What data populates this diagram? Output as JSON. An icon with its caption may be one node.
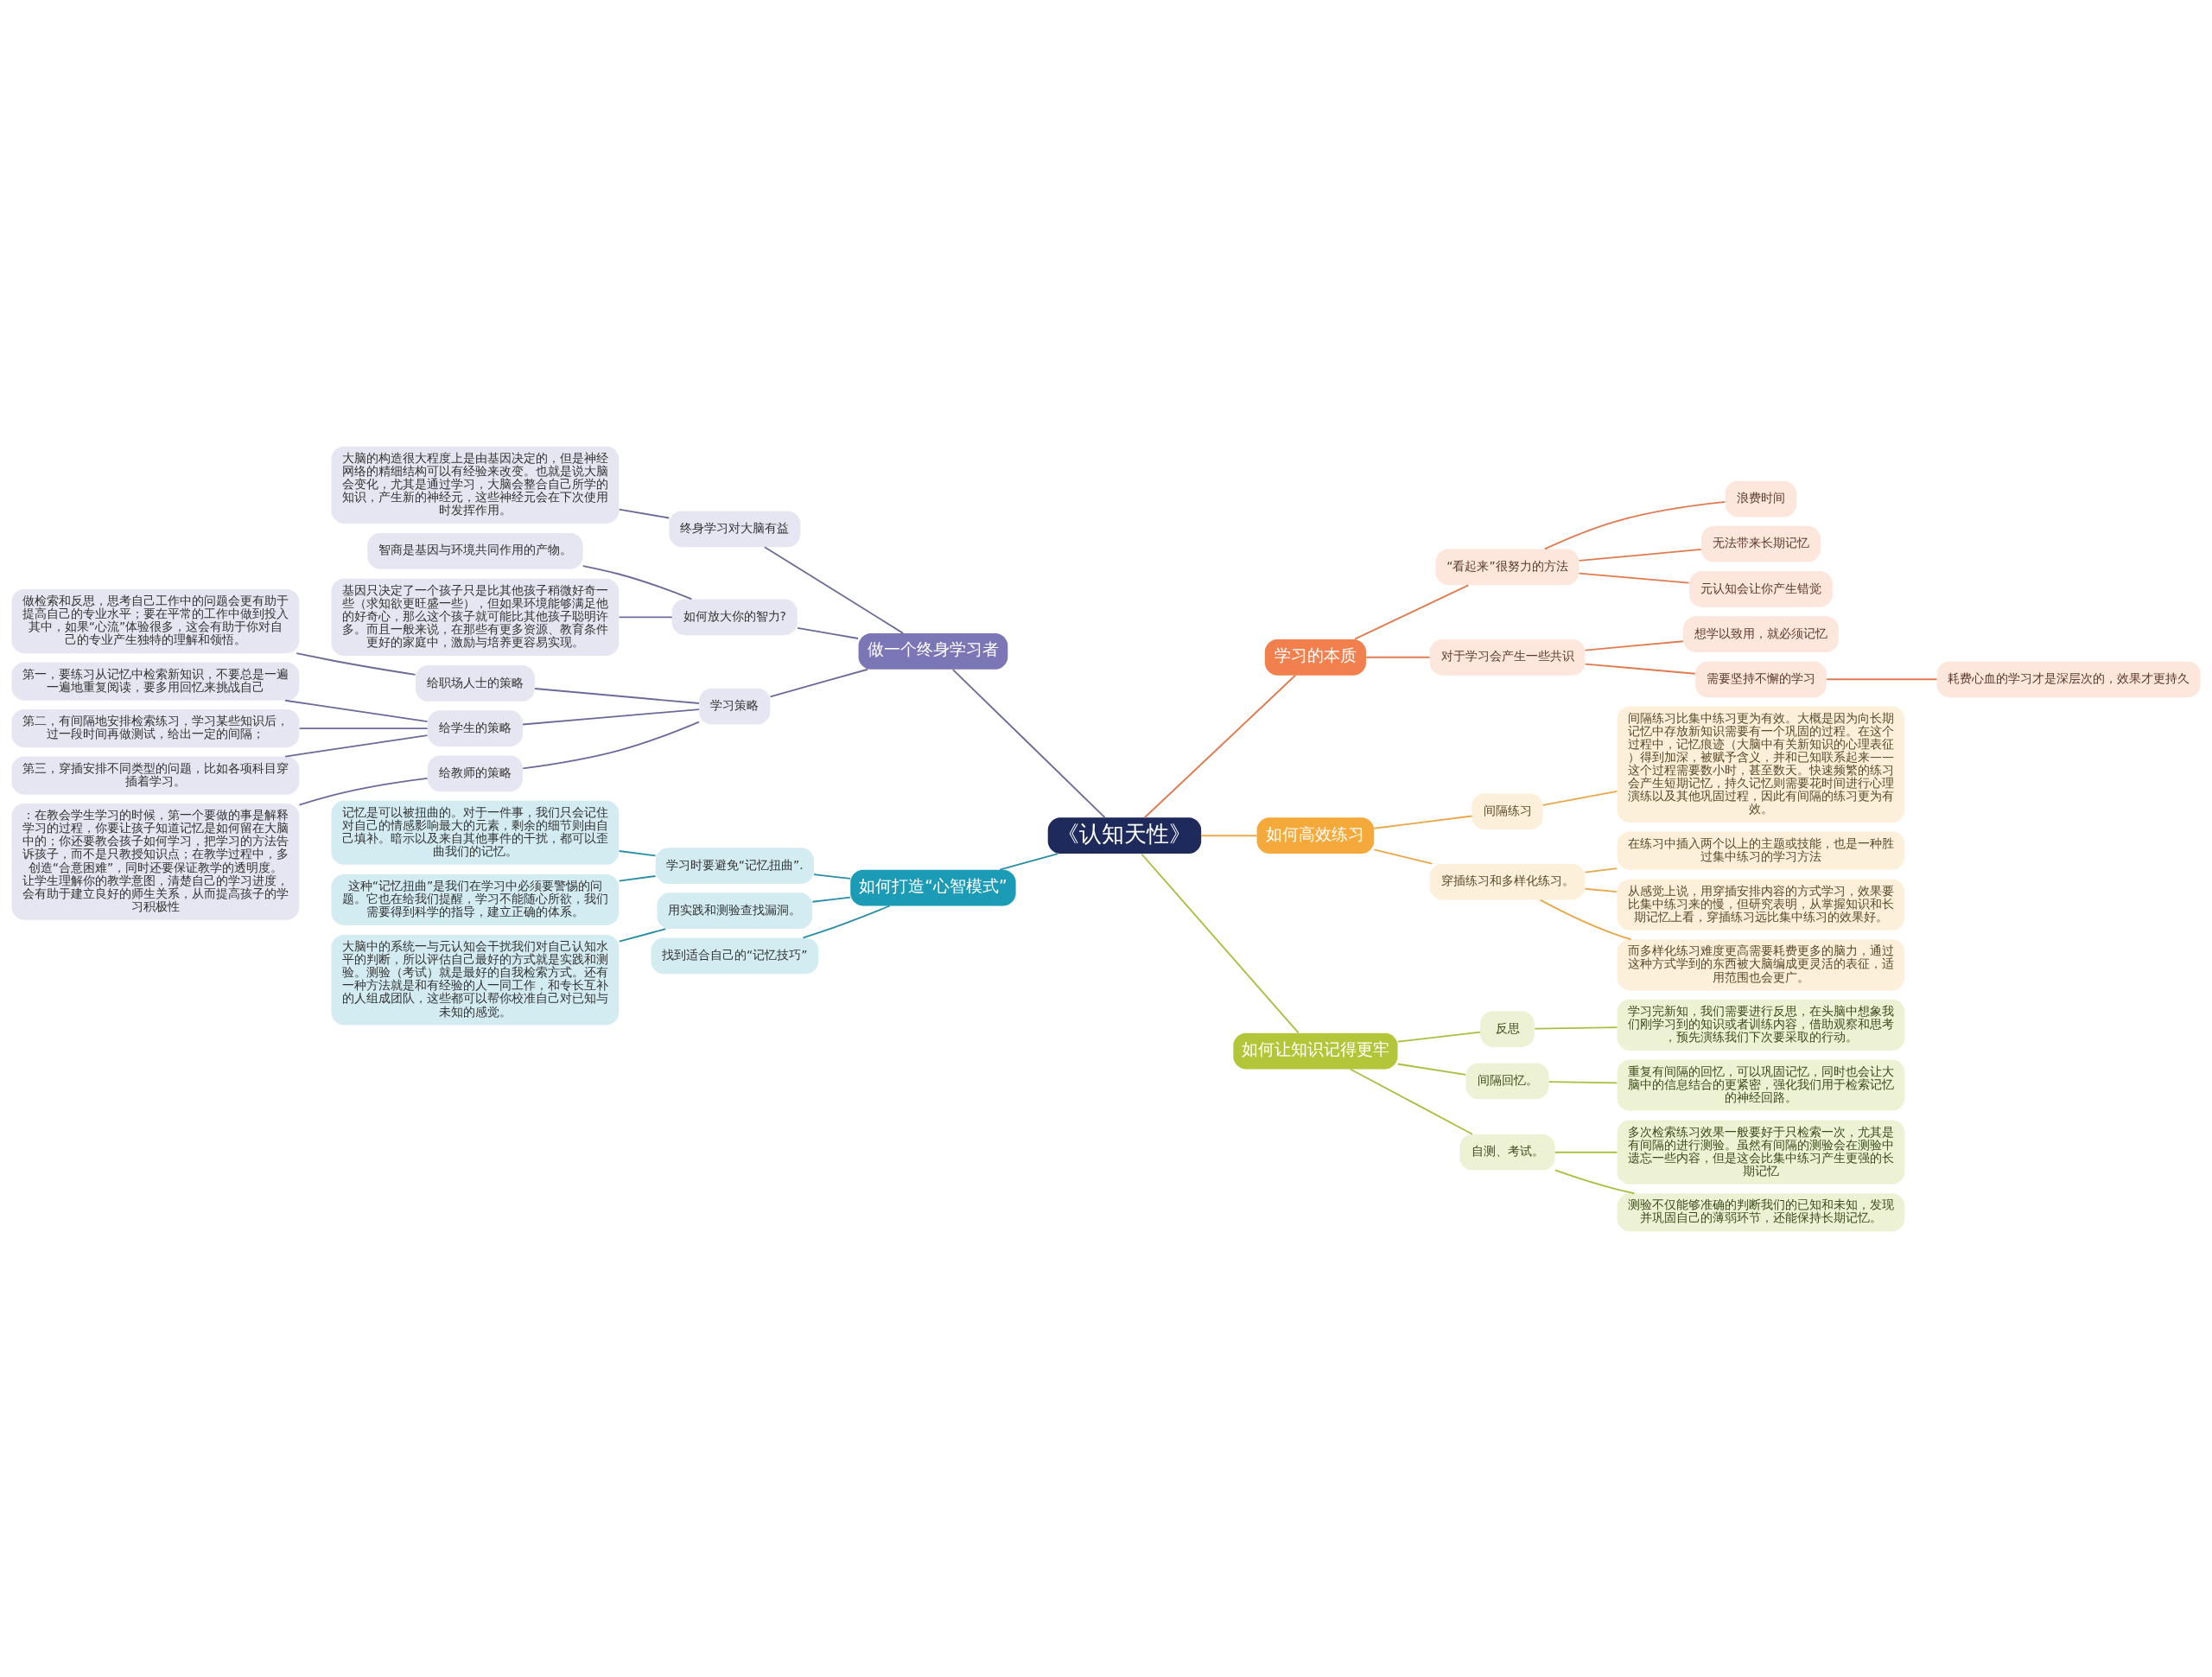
{
  "diagram": {
    "nodes": [
      {
        "text": [
          "《认知天性》"
        ]
      },
      {
        "text": [
          "做一个终身学习者"
        ]
      },
      {
        "text": [
          "终身学习对大脑有益"
        ]
      },
      {
        "text": [
          "大脑的构造很大程度上是由基因决定的，但是神经网络的精细结构可以有经验来改变。也就是说大脑会变化，尤其是通过学习，大脑会整合自己所学的知识，产生新的神经元，这些神经元会在下次使用时发挥作用。"
        ]
      },
      {
        "text": [
          "如何放大你的智力?"
        ]
      },
      {
        "text": [
          "智商是基因与环境共同作用的产物。"
        ]
      },
      {
        "text": [
          "基因只决定了一个孩子只是比其他孩子稍微好奇一些（求知欲更旺盛一些），但如果环境能够满足他的好奇心，那么这个孩子就可能比其他孩子聪明许多。而且一般来说，在那些有更多资源、教育条件更好的家庭中，激励与培养更容易实现。"
        ]
      },
      {
        "text": [
          "学习策略"
        ]
      },
      {
        "text": [
          "给职场人士的策略"
        ]
      },
      {
        "text": [
          "做检索和反思，思考自己工作中的问题会更有助于提高自己的专业水平；要在平常的工作中做到投入其中，如果“心流”体验很多，这会有助于你对自己的专业产生独特的理解和领悟。"
        ]
      },
      {
        "text": [
          "给学生的策略"
        ]
      },
      {
        "text": [
          "第一，要练习从记忆中检索新知识，不要总是一遍一遍地重复阅读，要多用回忆来挑战自己"
        ]
      },
      {
        "text": [
          "第二，有间隔地安排检索练习，学习某些知识后，过一段时间再做测试，给出一定的间隔；"
        ]
      },
      {
        "text": [
          "第三，穿插安排不同类型的问题，比如各项科目穿插着学习。"
        ]
      },
      {
        "text": [
          "给教师的策略"
        ]
      },
      {
        "text": [
          "：在教会学生学习的时候，第一个要做的事是解释学习的过程，你要让孩子知道记忆是如何留在大脑中的；你还要教会孩子如何学习，把学习的方法告诉孩子，而不是只教授知识点；在教学过程中，多创造“合意困难”，同时还要保证教学的透明度。让学生理解你的教学意图，清楚自己的学习进度，会有助于建立良好的师生关系，从而提高孩子的学习积极性"
        ]
      },
      {
        "text": [
          "如何打造“心智模式”"
        ]
      },
      {
        "text": [
          "学习时要避免“记忆扭曲”."
        ]
      },
      {
        "text": [
          "记忆是可以被扭曲的。对于一件事，我们只会记住对自己的情感影响最大的元素，剩余的细节则由自己填补。暗示以及来自其他事件的干扰，都可以歪曲我们的记忆。"
        ]
      },
      {
        "text": [
          "这种“记忆扭曲”是我们在学习中必须要警惕的问题。它也在给我们提醒，学习不能随心所欲，我们需要得到科学的指导，建立正确的体系。"
        ]
      },
      {
        "text": [
          "用实践和测验查找漏洞。"
        ]
      },
      {
        "text": [
          "大脑中的系统一与元认知会干扰我们对自己认知水平的判断，所以评估自己最好的方式就是实践和测验。测验（考试）就是最好的自我检索方式。还有一种方法就是和有经验的人一同工作，和专长互补的人组成团队，这些都可以帮你校准自己对已知与未知的感觉。"
        ]
      },
      {
        "text": [
          "找到适合自己的“记忆技巧”"
        ]
      },
      {
        "text": [
          "学习的本质"
        ]
      },
      {
        "text": [
          "“看起来”很努力的方法"
        ]
      },
      {
        "text": [
          "浪费时间"
        ]
      },
      {
        "text": [
          "无法带来长期记忆"
        ]
      },
      {
        "text": [
          "元认知会让你产生错觉"
        ]
      },
      {
        "text": [
          "对于学习会产生一些共识"
        ]
      },
      {
        "text": [
          "想学以致用，就必须记忆"
        ]
      },
      {
        "text": [
          "需要坚持不懈的学习"
        ]
      },
      {
        "text": [
          "耗费心血的学习才是深层次的，效果才更持久"
        ]
      },
      {
        "text": [
          "如何高效练习"
        ]
      },
      {
        "text": [
          "间隔练习"
        ]
      },
      {
        "text": [
          "间隔练习比集中练习更为有效。大概是因为向长期记忆中存放新知识需要有一个巩固的过程。在这个过程中，记忆痕迹（大脑中有关新知识的心理表征）得到加深，被赋予含义，并和已知联系起来——这个过程需要数小时，甚至数天。快速频繁的练习会产生短期记忆，持久记忆则需要花时间进行心理演练以及其他巩固过程，因此有间隔的练习更为有效。"
        ]
      },
      {
        "text": [
          "穿插练习和多样化练习。"
        ]
      },
      {
        "text": [
          "在练习中插入两个以上的主题或技能，也是一种胜过集中练习的学习方法"
        ]
      },
      {
        "text": [
          "从感觉上说，用穿插安排内容的方式学习，效果要比集中练习来的慢，但研究表明，从掌握知识和长期记忆上看，穿插练习远比集中练习的效果好。"
        ]
      },
      {
        "text": [
          "而多样化练习难度更高需要耗费更多的脑力，通过这种方式学到的东西被大脑编成更灵活的表征，适用范围也会更广。"
        ]
      },
      {
        "text": [
          "如何让知识记得更牢"
        ]
      },
      {
        "text": [
          "反思"
        ]
      },
      {
        "text": [
          "学习完新知，我们需要进行反思，在头脑中想象我们刚学习到的知识或者训练内容，借助观察和思考，预先演练我们下次要采取的行动。"
        ]
      },
      {
        "text": [
          "间隔回忆。"
        ]
      },
      {
        "text": [
          "重复有间隔的回忆，可以巩固记忆，同时也会让大脑中的信息结合的更紧密，强化我们用于检索记忆的神经回路。"
        ]
      },
      {
        "text": [
          "自测、考试。"
        ]
      },
      {
        "text": [
          "多次检索练习效果一般要好于只检索一次，尤其是有间隔的进行测验。虽然有间隔的测验会在测验中遗忘一些内容，但是这会比集中练习产生更强的长期记忆"
        ]
      },
      {
        "text": [
          "测验不仅能够准确的判断我们的已知和未知，发现并巩固自己的薄弱环节，还能保持长期记忆。"
        ]
      }
    ],
    "edges": [
      {
        "from": 1,
        "to": 0,
        "arrow": "none"
      },
      {
        "from": 2,
        "to": 1,
        "arrow": "none"
      },
      {
        "from": 3,
        "to": 2,
        "arrow": "none"
      },
      {
        "from": 4,
        "to": 1,
        "arrow": "none"
      },
      {
        "from": 5,
        "to": 4,
        "arrow": "none"
      },
      {
        "from": 6,
        "to": 4,
        "arrow": "none"
      },
      {
        "from": 7,
        "to": 1,
        "arrow": "none"
      },
      {
        "from": 8,
        "to": 7,
        "arrow": "none"
      },
      {
        "from": 9,
        "to": 8,
        "arrow": "none"
      },
      {
        "from": 10,
        "to": 7,
        "arrow": "none"
      },
      {
        "from": 11,
        "to": 10,
        "arrow": "none"
      },
      {
        "from": 12,
        "to": 10,
        "arrow": "none"
      },
      {
        "from": 13,
        "to": 10,
        "arrow": "none"
      },
      {
        "from": 14,
        "to": 7,
        "arrow": "none"
      },
      {
        "from": 15,
        "to": 14,
        "arrow": "none"
      },
      {
        "from": 16,
        "to": 0,
        "arrow": "none",
        "color": "#2a8ea8"
      },
      {
        "from": 17,
        "to": 16,
        "arrow": "none",
        "color": "#2a8ea8"
      },
      {
        "from": 18,
        "to": 17,
        "arrow": "none",
        "color": "#2a8ea8"
      },
      {
        "from": 19,
        "to": 17,
        "arrow": "none",
        "color": "#2a8ea8"
      },
      {
        "from": 20,
        "to": 16,
        "arrow": "none",
        "color": "#2a8ea8"
      },
      {
        "from": 21,
        "to": 20,
        "arrow": "none",
        "color": "#2a8ea8"
      },
      {
        "from": 22,
        "to": 16,
        "arrow": "none",
        "color": "#2a8ea8"
      },
      {
        "from": 0,
        "to": 23,
        "arrow": "none",
        "color": "#e07a4f"
      },
      {
        "from": 23,
        "to": 24,
        "arrow": "none",
        "color": "#e07a4f"
      },
      {
        "from": 24,
        "to": 25,
        "arrow": "none",
        "color": "#e07a4f"
      },
      {
        "from": 24,
        "to": 26,
        "arrow": "none",
        "color": "#e07a4f"
      },
      {
        "from": 24,
        "to": 27,
        "arrow": "none",
        "color": "#e07a4f"
      },
      {
        "from": 23,
        "to": 28,
        "arrow": "none",
        "color": "#e07a4f"
      },
      {
        "from": 28,
        "to": 29,
        "arrow": "none",
        "color": "#e07a4f"
      },
      {
        "from": 28,
        "to": 30,
        "arrow": "none",
        "color": "#e07a4f"
      },
      {
        "from": 30,
        "to": 31,
        "arrow": "none",
        "color": "#e07a4f"
      },
      {
        "from": 0,
        "to": 32,
        "arrow": "none",
        "color": "#e8a84a"
      },
      {
        "from": 32,
        "to": 33,
        "arrow": "none",
        "color": "#e8a84a"
      },
      {
        "from": 33,
        "to": 34,
        "arrow": "none",
        "color": "#e8a84a"
      },
      {
        "from": 32,
        "to": 35,
        "arrow": "none",
        "color": "#e8a84a"
      },
      {
        "from": 35,
        "to": 36,
        "arrow": "none",
        "color": "#e8a84a"
      },
      {
        "from": 35,
        "to": 37,
        "arrow": "none",
        "color": "#e8a84a"
      },
      {
        "from": 35,
        "to": 38,
        "arrow": "none",
        "color": "#e8a84a"
      },
      {
        "from": 0,
        "to": 39,
        "arrow": "none",
        "color": "#a8c040"
      },
      {
        "from": 39,
        "to": 40,
        "arrow": "none",
        "color": "#a8c040"
      },
      {
        "from": 40,
        "to": 41,
        "arrow": "none",
        "color": "#a8c040"
      },
      {
        "from": 39,
        "to": 42,
        "arrow": "none",
        "color": "#a8c040"
      },
      {
        "from": 42,
        "to": 43,
        "arrow": "none",
        "color": "#a8c040"
      },
      {
        "from": 39,
        "to": 44,
        "arrow": "none",
        "color": "#a8c040"
      },
      {
        "from": 44,
        "to": 45,
        "arrow": "none",
        "color": "#a8c040"
      },
      {
        "from": 44,
        "to": 46,
        "arrow": "none",
        "color": "#a8c040"
      }
    ]
  }
}
